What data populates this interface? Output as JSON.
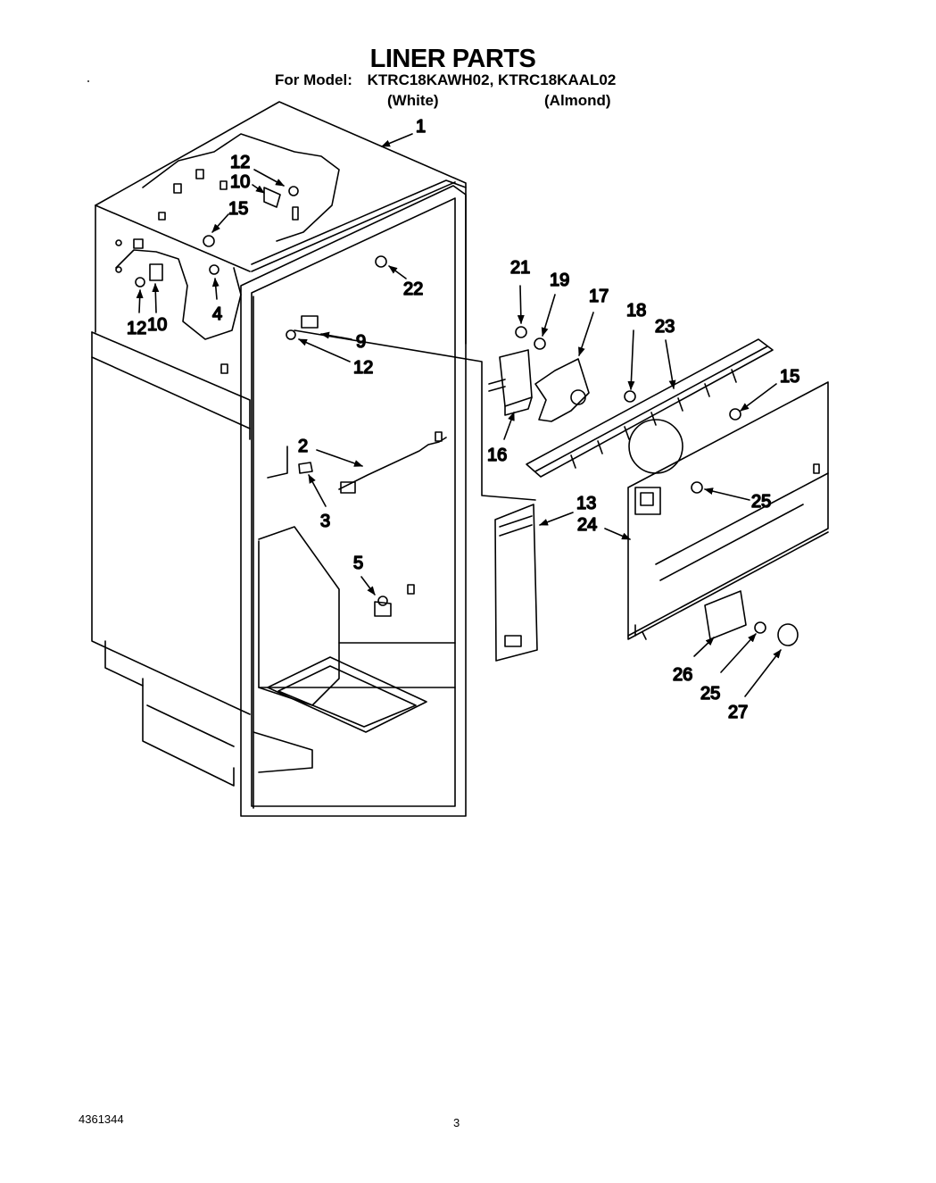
{
  "header": {
    "title": "LINER PARTS",
    "model_label": "For Model:",
    "models": "KTRC18KAWH02, KTRC18KAAL02",
    "variant_white": "(White)",
    "variant_almond": "(Almond)"
  },
  "callouts": {
    "c1": "1",
    "c2": "2",
    "c3": "3",
    "c4": "4",
    "c5": "5",
    "c9": "9",
    "c10a": "10",
    "c10b": "10",
    "c12a": "12",
    "c12b": "12",
    "c12c": "12",
    "c13": "13",
    "c15a": "15",
    "c15b": "15",
    "c16": "16",
    "c17": "17",
    "c18": "18",
    "c19": "19",
    "c21": "21",
    "c22": "22",
    "c23": "23",
    "c24": "24",
    "c25a": "25",
    "c25b": "25",
    "c26": "26",
    "c27": "27"
  },
  "footer": {
    "doc_number": "4361344",
    "page_number": "3"
  }
}
